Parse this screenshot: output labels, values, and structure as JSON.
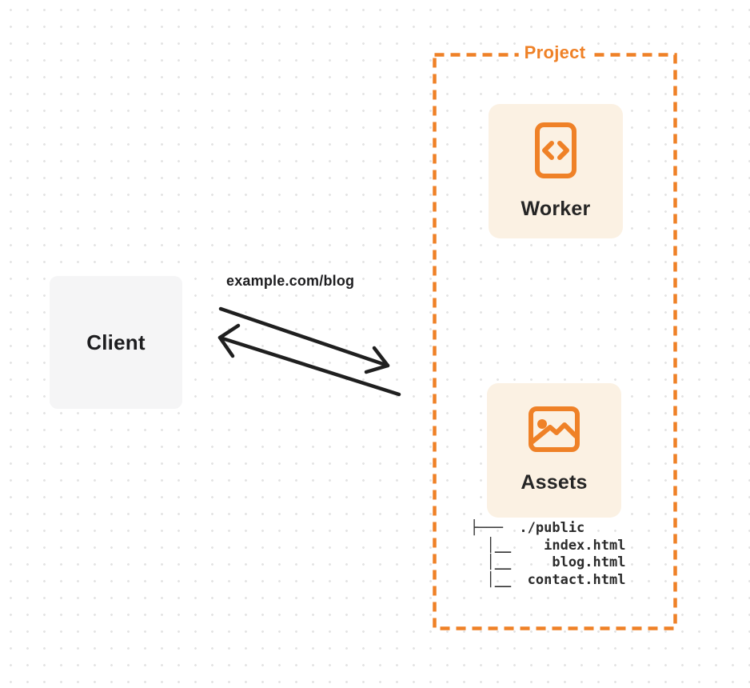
{
  "client": {
    "label": "Client"
  },
  "request": {
    "label": "example.com/blog"
  },
  "project": {
    "label": "Project",
    "worker": {
      "label": "Worker",
      "icon": "code-icon"
    },
    "assets": {
      "label": "Assets",
      "icon": "image-icon",
      "file_tree": [
        "├───  ./public",
        "  │__    index.html",
        "  │__     blog.html",
        "  │__  contact.html"
      ]
    }
  },
  "colors": {
    "accent": "#EF8127",
    "card_bg": "#FBF1E3",
    "client_bg": "#F5F5F6",
    "arrow": "#1F1F1F",
    "text_dark": "#1D1D1F",
    "tree_text": "#2B2B2B",
    "dot": "#E3E3E3"
  }
}
